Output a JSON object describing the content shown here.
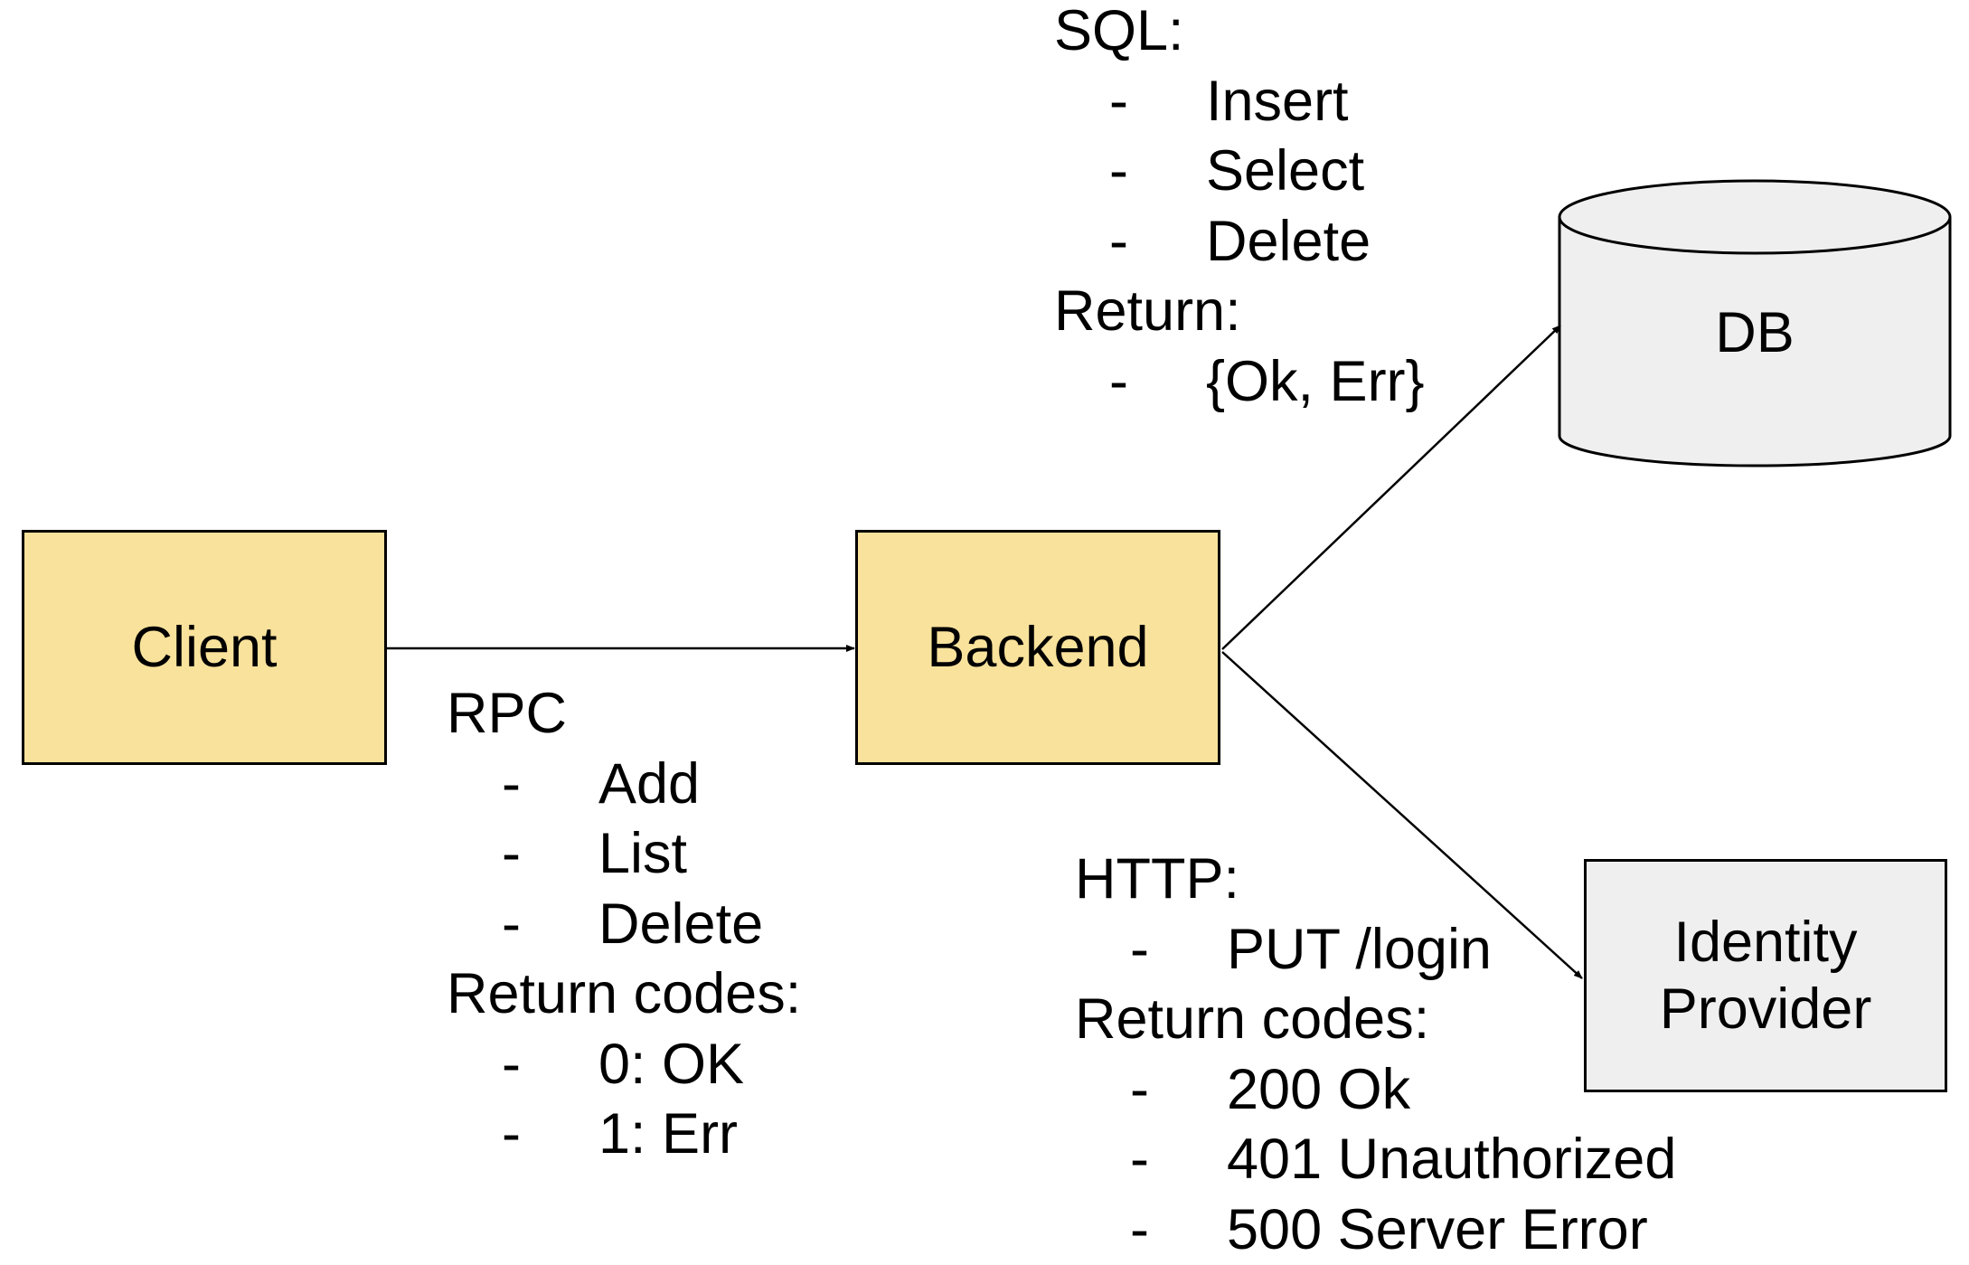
{
  "colors": {
    "primary_node_fill": "#f9e29b",
    "secondary_node_fill": "#efefef",
    "stroke": "#000000",
    "text": "#000000"
  },
  "nodes": {
    "client": {
      "label": "Client",
      "fill": "#f9e29b"
    },
    "backend": {
      "label": "Backend",
      "fill": "#f9e29b"
    },
    "db": {
      "label": "DB",
      "fill": "#efefef",
      "shape": "cylinder"
    },
    "identity_provider": {
      "label": "Identity\nProvider",
      "fill": "#efefef"
    }
  },
  "edges": [
    {
      "from": "Client",
      "to": "Backend",
      "arrow": "end"
    },
    {
      "from": "Backend",
      "to": "DB",
      "arrow": "end"
    },
    {
      "from": "Backend",
      "to": "Identity Provider",
      "arrow": "end"
    }
  ],
  "annotations": {
    "sql": {
      "heading": "SQL:",
      "items": [
        "Insert",
        "Select",
        "Delete"
      ],
      "return_heading": "Return:",
      "return_items": [
        "{Ok, Err}"
      ]
    },
    "rpc": {
      "heading": "RPC",
      "items": [
        "Add",
        "List",
        "Delete"
      ],
      "return_heading": "Return codes:",
      "return_items": [
        "0: OK",
        "1: Err"
      ]
    },
    "http": {
      "heading": "HTTP:",
      "items": [
        "PUT /login"
      ],
      "return_heading": "Return codes:",
      "return_items": [
        "200 Ok",
        "401 Unauthorized",
        "500 Server Error"
      ]
    }
  },
  "bullet_glyph": "-"
}
